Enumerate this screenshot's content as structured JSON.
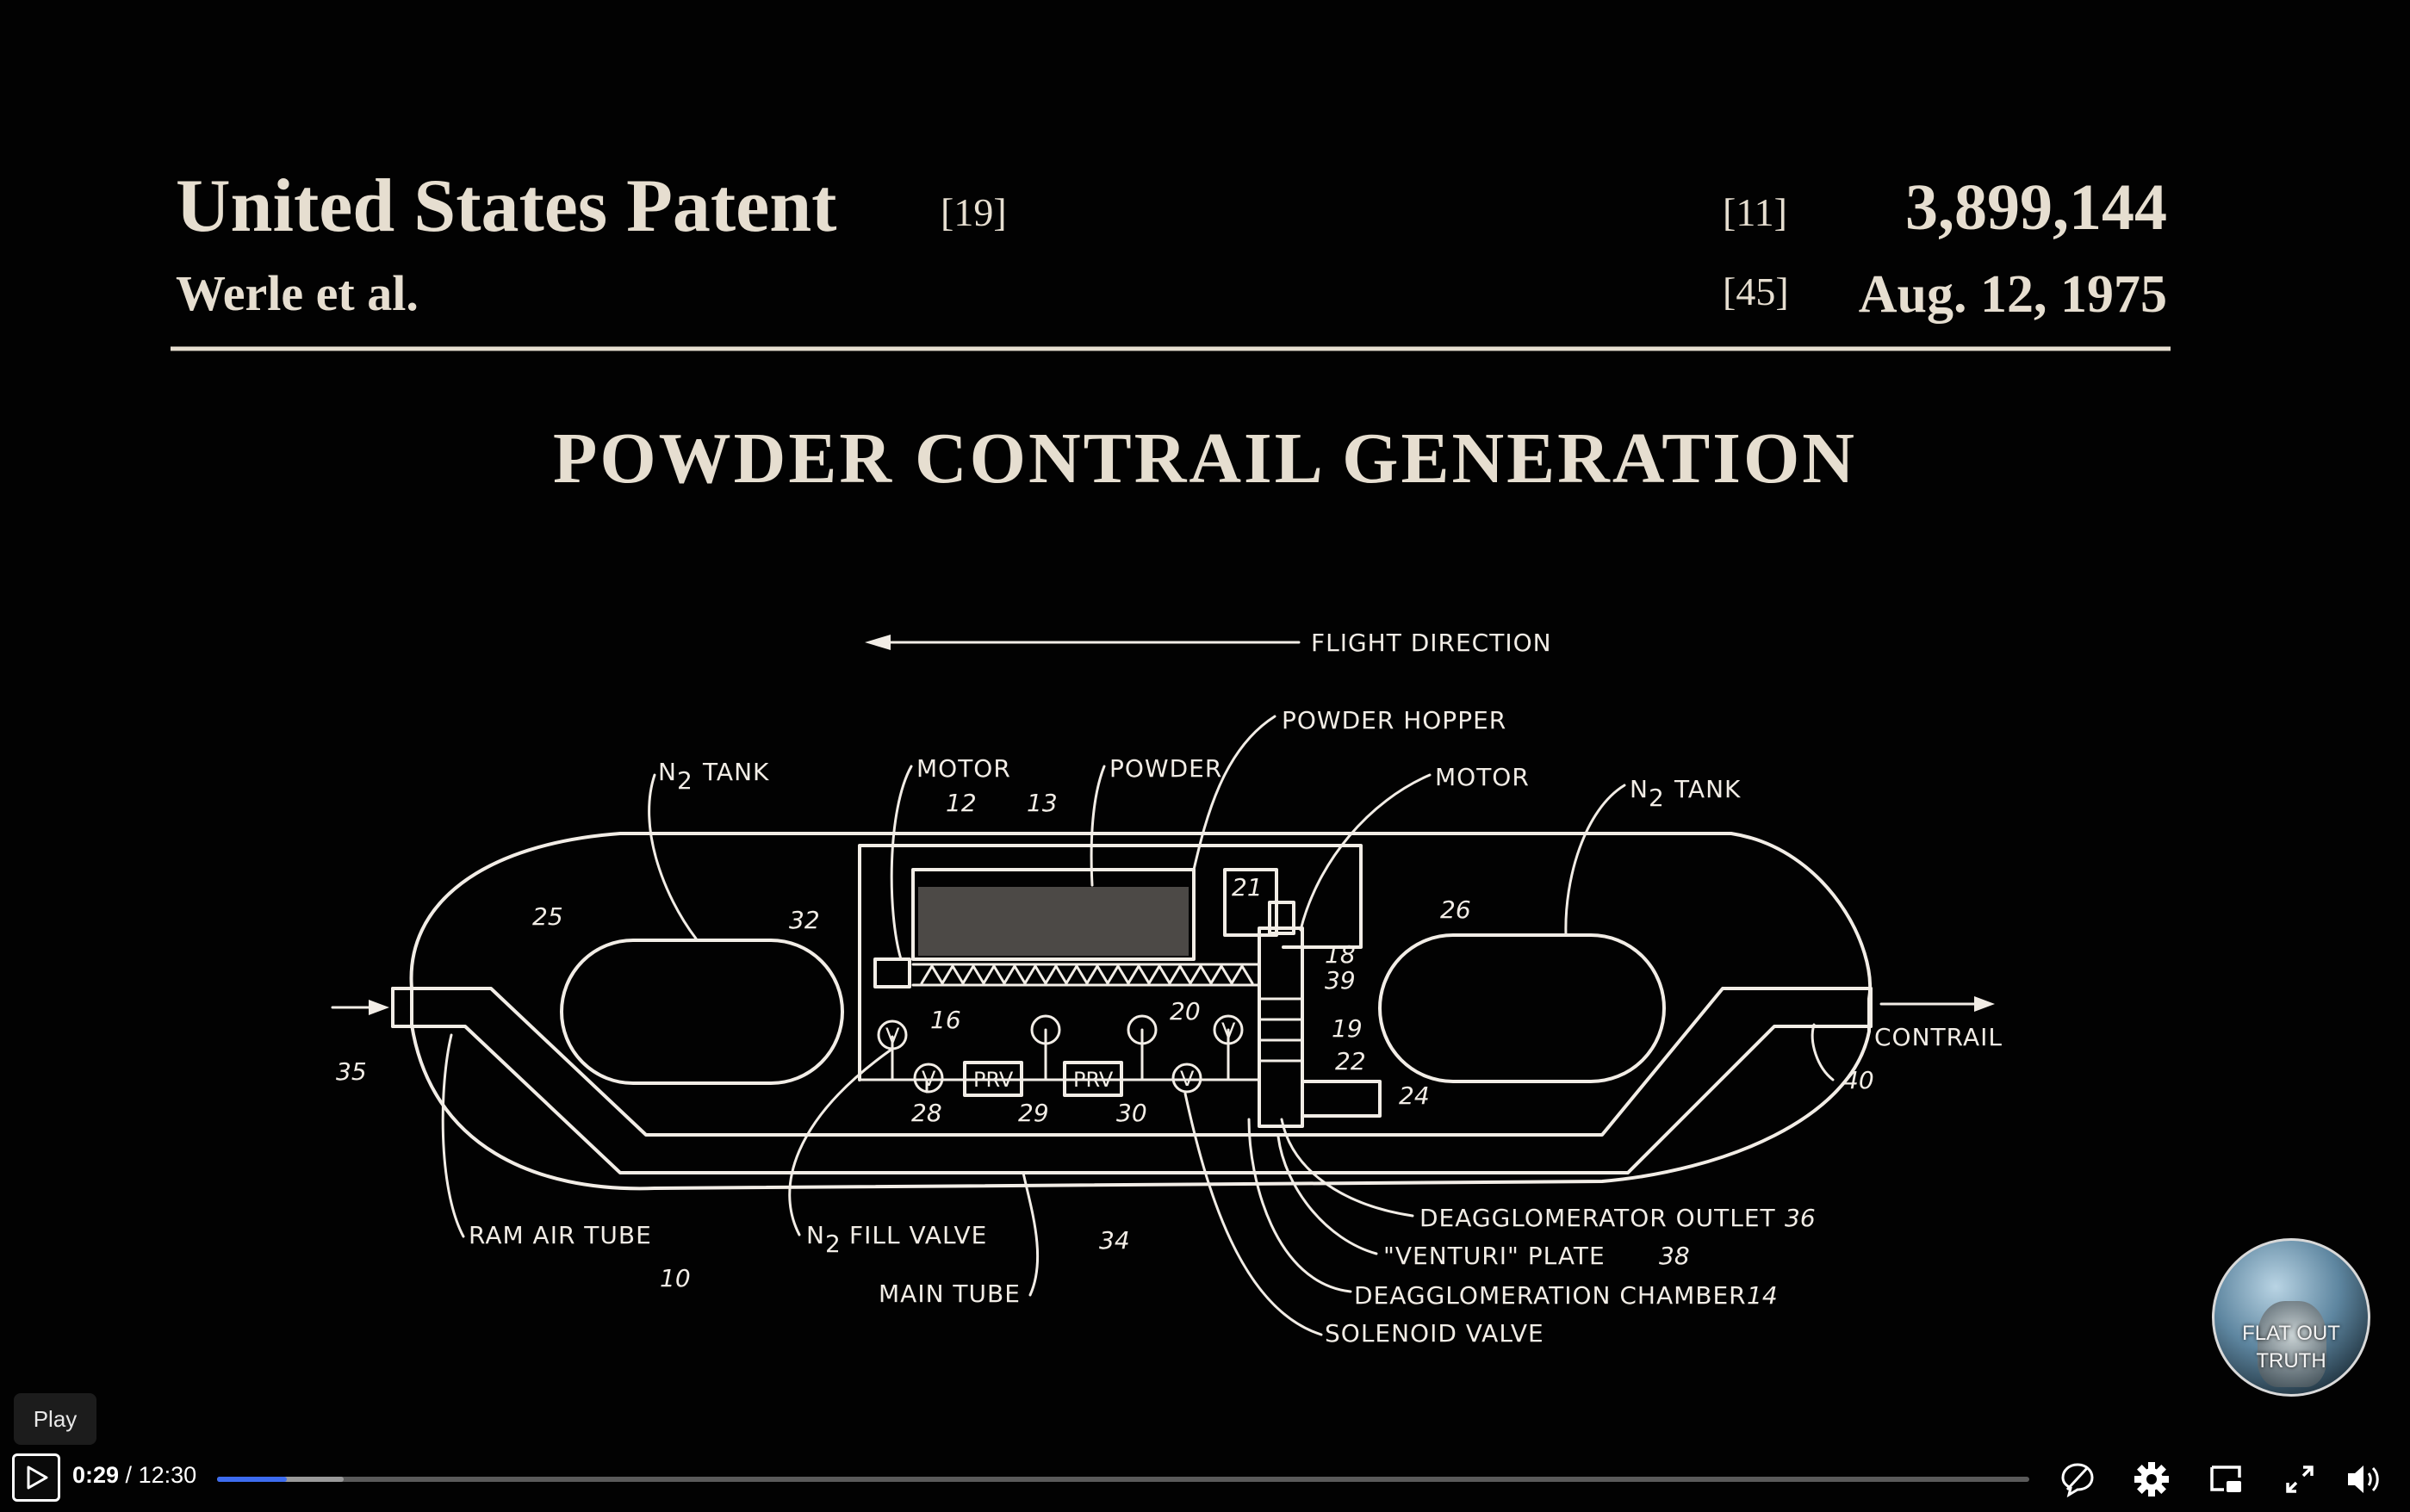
{
  "patent": {
    "country_title": "United States Patent",
    "code_19": "[19]",
    "inventors": "Werle et al.",
    "code_11": "[11]",
    "number": "3,899,144",
    "code_45": "[45]",
    "date": "Aug. 12, 1975",
    "title": "POWDER CONTRAIL GENERATION"
  },
  "diagram": {
    "flight_direction": "FLIGHT DIRECTION",
    "powder_hopper": "POWDER HOPPER",
    "n2_tank_left_n": "N",
    "n2_sub": "2",
    "tank_word": "TANK",
    "motor_left": "MOTOR",
    "powder": "POWDER",
    "motor_right": "MOTOR",
    "contrail": "CONTRAIL",
    "ram_air_tube": "RAM AIR TUBE",
    "fill_valve_word": "FILL VALVE",
    "main_tube": "MAIN TUBE",
    "deagglomerator_outlet": "DEAGGLOMERATOR OUTLET",
    "venturi_plate": "\"VENTURI\" PLATE",
    "deagglomeration_chamber": "DEAGGLOMERATION CHAMBER",
    "solenoid_valve": "SOLENOID VALVE",
    "prv": "PRV",
    "valve_v": "V",
    "refs": {
      "r10": "10",
      "r12": "12",
      "r13": "13",
      "r14": "14",
      "r16": "16",
      "r18": "18",
      "r19": "19",
      "r20": "20",
      "r21": "21",
      "r22": "22",
      "r24": "24",
      "r25": "25",
      "r26": "26",
      "r28": "28",
      "r29": "29",
      "r30": "30",
      "r32": "32",
      "r34": "34",
      "r35": "35",
      "r36": "36",
      "r38": "38",
      "r39": "39",
      "r40": "40"
    }
  },
  "player": {
    "tooltip": "Play",
    "current_time": "0:29",
    "separator": " / ",
    "duration": "12:30",
    "progress_fraction": 0.0387,
    "buffered_fraction": 0.07,
    "badge_line1": "FLAT OUT",
    "badge_line2": "TRUTH",
    "accent_color": "#3d6cf0",
    "icons": [
      "play-icon",
      "captions-off-icon",
      "settings-gear-icon",
      "picture-in-picture-icon",
      "fullscreen-icon",
      "volume-icon"
    ]
  }
}
